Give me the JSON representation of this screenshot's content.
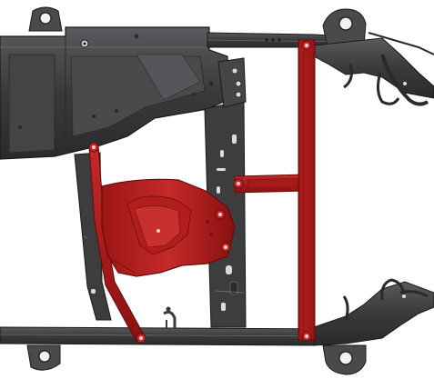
{
  "colors": {
    "background": "#ffffff",
    "frame_dark": "#3a3a3c",
    "frame_mid": "#4e4e51",
    "frame_light": "#6a6a6e",
    "outline": "#1a1a1a",
    "highlight_red": "#b51d1d",
    "highlight_red_dark": "#7e1010",
    "highlight_red_light": "#d33a3a",
    "hole_white": "#f2f2f2"
  },
  "parts": {
    "left_frame": "chassis-frame-assembly",
    "highlighted": [
      "rear-crossmember",
      "center-cross-brace",
      "skid-plate",
      "diagonal-strut"
    ]
  }
}
